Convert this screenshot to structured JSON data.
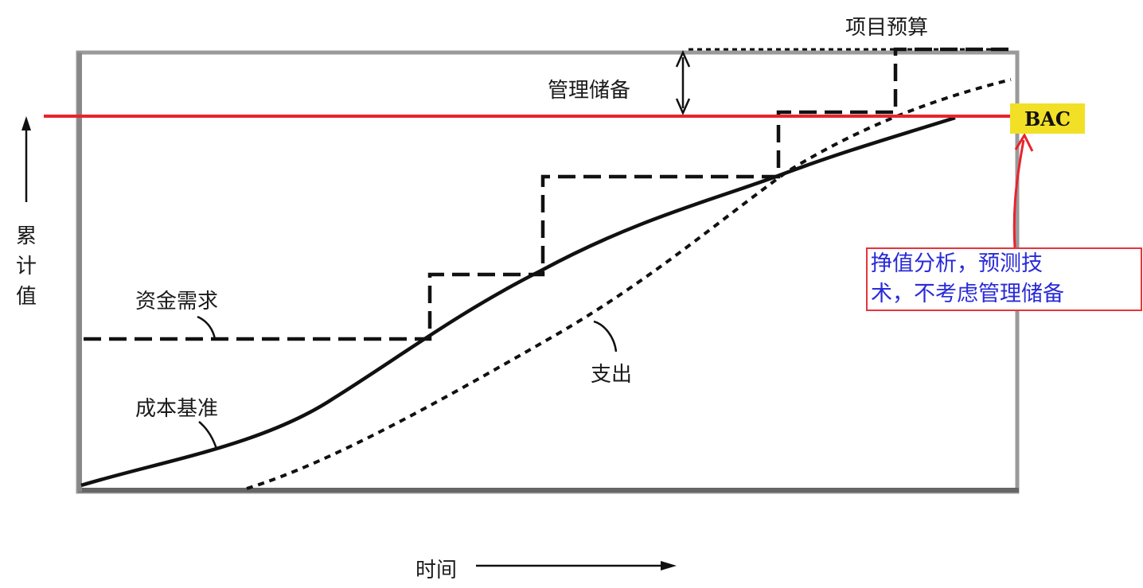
{
  "labels": {
    "project_budget": "项目预算",
    "management_reserve": "管理储备",
    "funding_requirements": "资金需求",
    "cost_baseline": "成本基准",
    "expenditures": "支出",
    "y_axis": "累计值",
    "x_axis": "时间",
    "bac": "BAC"
  },
  "note": {
    "line1": "挣值分析，预测技",
    "line2": "术，不考虑管理储备"
  },
  "colors": {
    "red_line": "#e8232b",
    "bac_highlight": "#f2e027",
    "note_text": "#2a2ad8",
    "ink": "#1a1a1a"
  }
}
